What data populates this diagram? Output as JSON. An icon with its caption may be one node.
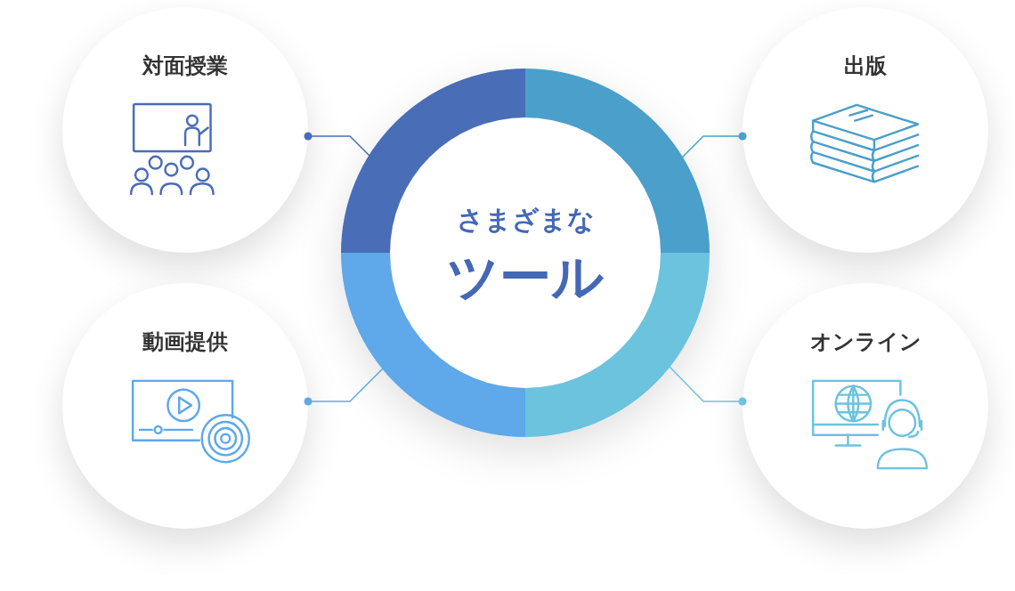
{
  "diagram": {
    "nodes": [
      {
        "text": [
          "さまざまな",
          "ツール"
        ]
      },
      {
        "text": [
          "対面授業"
        ]
      },
      {
        "text": [
          "出版"
        ]
      },
      {
        "text": [
          "動画提供"
        ]
      },
      {
        "text": [
          "オンライン"
        ]
      }
    ],
    "edges": [
      {
        "from": 1,
        "to": 0,
        "arrow": "other",
        "color": "#4a6db8"
      },
      {
        "from": 2,
        "to": 0,
        "arrow": "other",
        "color": "#4a9fcb"
      },
      {
        "from": 3,
        "to": 0,
        "arrow": "other",
        "color": "#5fa8ea"
      },
      {
        "from": 4,
        "to": 0,
        "arrow": "other",
        "color": "#6bc3de"
      }
    ]
  }
}
